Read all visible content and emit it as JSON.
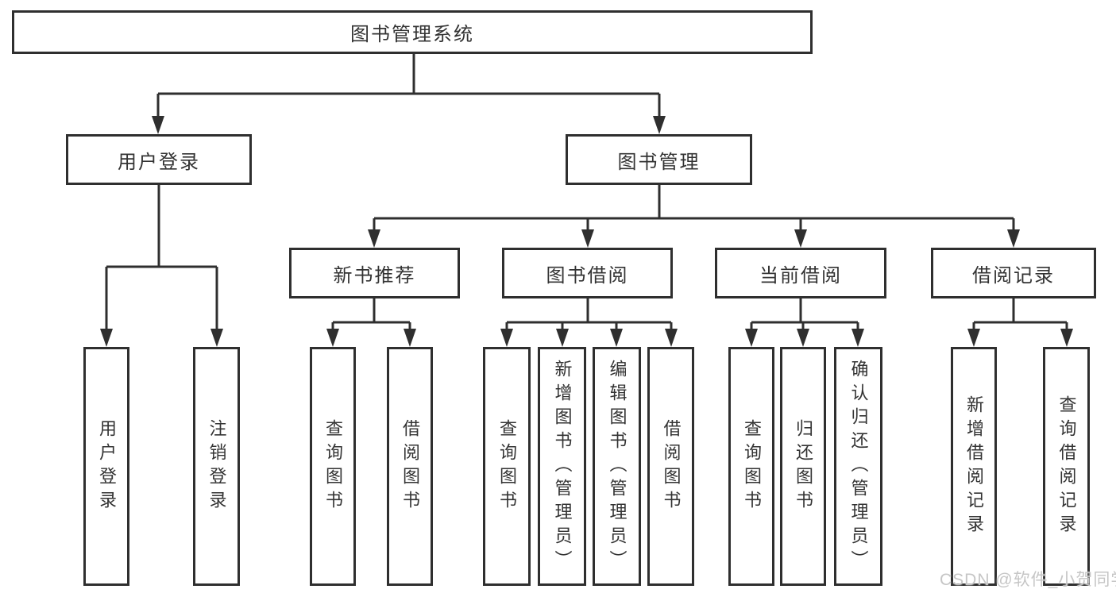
{
  "diagram": {
    "title": "图书管理系统",
    "login_branch": {
      "label": "用户登录",
      "children": [
        {
          "label": "用户登录"
        },
        {
          "label": "注销登录"
        }
      ]
    },
    "mgmt_branch": {
      "label": "图书管理",
      "modules": [
        {
          "label": "新书推荐",
          "children": [
            {
              "label": "查询图书"
            },
            {
              "label": "借阅图书"
            }
          ]
        },
        {
          "label": "图书借阅",
          "children": [
            {
              "label": "查询图书"
            },
            {
              "label": "新增图书（管理员）"
            },
            {
              "label": "编辑图书（管理员）"
            },
            {
              "label": "借阅图书"
            }
          ]
        },
        {
          "label": "当前借阅",
          "children": [
            {
              "label": "查询图书"
            },
            {
              "label": "归还图书"
            },
            {
              "label": "确认归还（管理员）"
            }
          ]
        },
        {
          "label": "借阅记录",
          "children": [
            {
              "label": "新增借阅记录"
            },
            {
              "label": "查询借阅记录"
            }
          ]
        }
      ]
    },
    "watermark": "CSDN @软件_小贺同学",
    "colors": {
      "background": "#ffffff",
      "line": "#2f2f2f",
      "box_border": "#2f2f2f",
      "text": "#333333",
      "watermark": "#c6c6c6"
    }
  }
}
